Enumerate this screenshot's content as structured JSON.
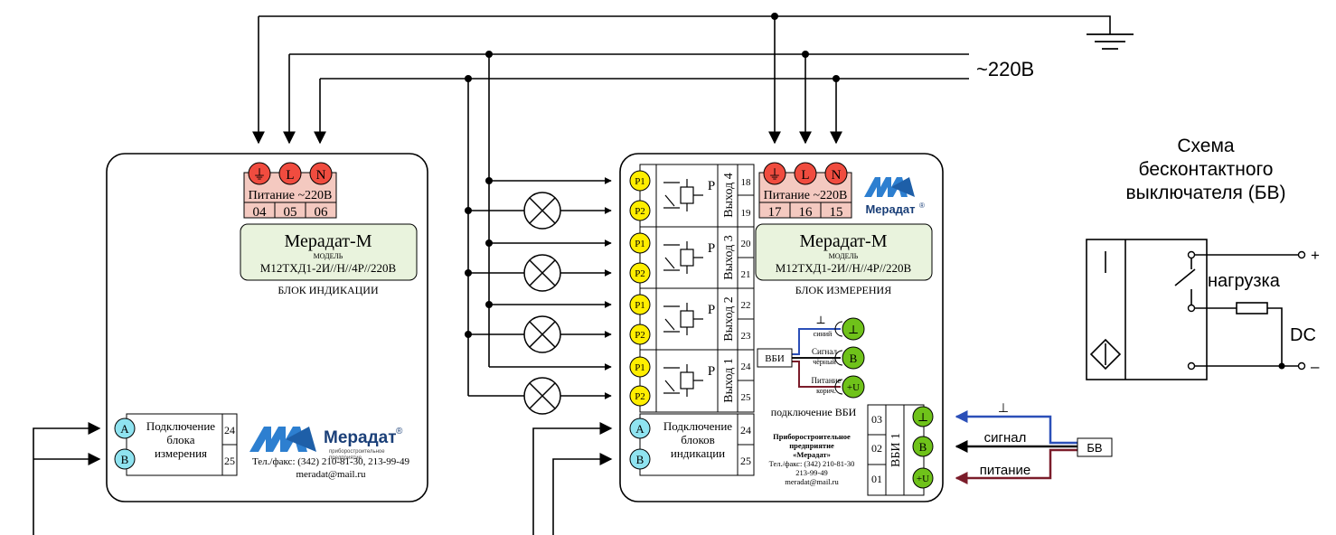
{
  "supply": {
    "voltage": "~220В"
  },
  "colors": {
    "terminal_red": "#f04c3f",
    "terminal_yellow": "#ffee00",
    "terminal_green": "#6fc21a",
    "terminal_cyan": "#8fe3f0",
    "power_label_bg": "#f4c9c0",
    "model_box_bg": "#e9f3dd",
    "wire_blue": "#2b4fb8",
    "wire_dark_red": "#7b1c2a",
    "brand_blue": "#2d7fd0"
  },
  "indication_block": {
    "power_terminals": [
      "⏚",
      "L",
      "N"
    ],
    "power_label": "Питание ~220В",
    "power_numbers": [
      "04",
      "05",
      "06"
    ],
    "brand_name": "Мерадат-М",
    "model_caption": "МОДЕЛЬ",
    "model": "М12ТХД1-2И//Н//4Р//220В",
    "block_name": "БЛОК ИНДИКАЦИИ",
    "connection_terminals": [
      "A",
      "B"
    ],
    "connection_label": [
      "Подключение",
      "блока",
      "измерения"
    ],
    "connection_numbers": [
      "24",
      "25"
    ],
    "logo_text": "Мерадат",
    "logo_mark": "®",
    "logo_sub": [
      "приборостроительное",
      "предприятие"
    ],
    "contact": [
      "Тел./факс: (342) 210-81-30, 213-99-49",
      "meradat@mail.ru"
    ]
  },
  "measurement_block": {
    "power_terminals": [
      "⏚",
      "L",
      "N"
    ],
    "power_label": "Питание ~220В",
    "power_numbers": [
      "17",
      "16",
      "15"
    ],
    "logo_text": "Мерадат",
    "logo_mark": "®",
    "brand_name": "Мерадат-М",
    "model_caption": "МОДЕЛЬ",
    "model": "М12ТХД1-2И//Н//4Р//220В",
    "block_name": "БЛОК ИЗМЕРЕНИЯ",
    "relay_terminals": [
      "P1",
      "P2"
    ],
    "relay_letter": "Р",
    "outputs": [
      {
        "label": "Выход 4",
        "numbers": [
          "18",
          "19"
        ]
      },
      {
        "label": "Выход 3",
        "numbers": [
          "20",
          "21"
        ]
      },
      {
        "label": "Выход 2",
        "numbers": [
          "22",
          "23"
        ]
      },
      {
        "label": "Выход 1",
        "numbers": [
          "24",
          "25"
        ]
      }
    ],
    "vbi_box": "ВБИ",
    "sensor_terminals": [
      "⊥",
      "B",
      "+U"
    ],
    "sensor_wires": [
      {
        "name": "синий",
        "role": "⊥"
      },
      {
        "name": "чёрный",
        "role": "Сигнал"
      },
      {
        "name": "корич.",
        "role": "Питание"
      }
    ],
    "sensor_caption": "подключение ВБИ",
    "connection_terminals": [
      "A",
      "B"
    ],
    "connection_label": [
      "Подключение",
      "блоков",
      "индикации"
    ],
    "connection_numbers": [
      "24",
      "25"
    ],
    "company": [
      "Приборостроительное",
      "предприятие",
      "«Мерадат»"
    ],
    "contact": [
      "Тел./факс: (342) 210-81-30",
      "213-99-49",
      "meradat@mail.ru"
    ],
    "vbi1_label": "ВБИ 1",
    "vbi1_numbers": [
      "03",
      "02",
      "01"
    ],
    "vbi1_terminals": [
      "⊥",
      "B",
      "+U"
    ]
  },
  "external_sensor": {
    "label": "БВ",
    "wires": [
      "⊥",
      "сигнал",
      "питание"
    ]
  },
  "proximity_switch": {
    "title": [
      "Схема",
      "бесконтактного",
      "выключателя (БВ)"
    ],
    "load_label": "нагрузка",
    "dc_label": "DC",
    "plus": "+",
    "minus": "–"
  }
}
